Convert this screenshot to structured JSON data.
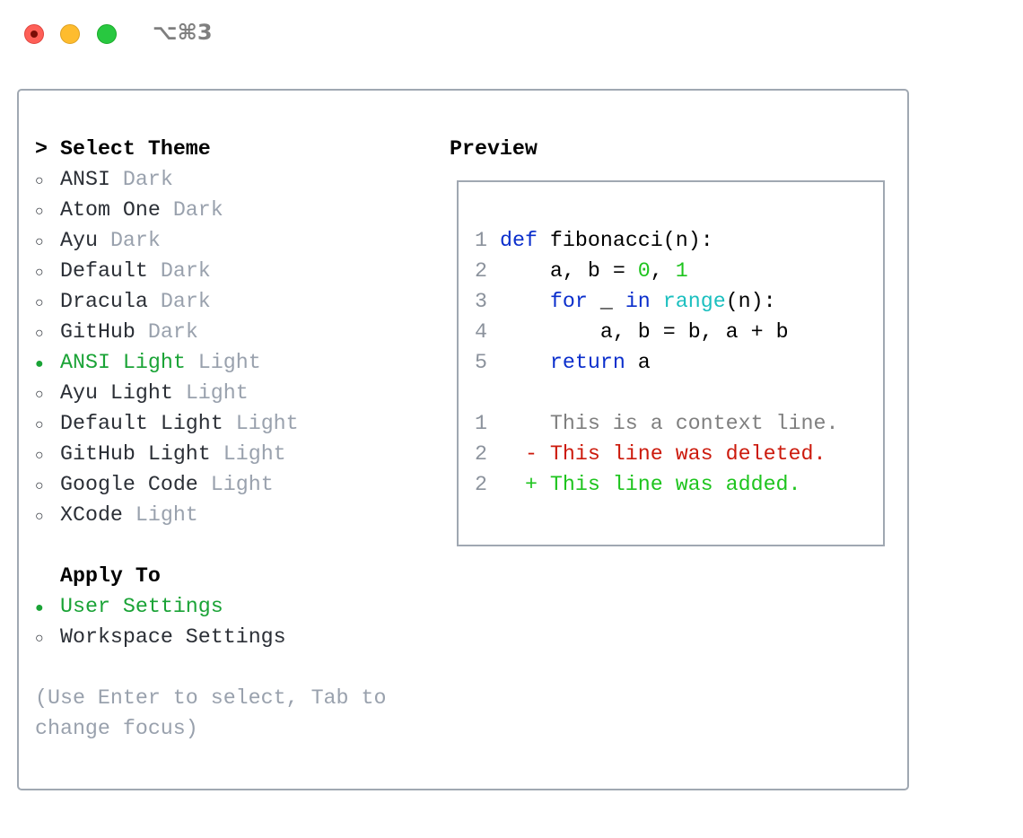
{
  "window": {
    "title": "⌥⌘3",
    "buttons": [
      "close",
      "minimize",
      "maximize"
    ]
  },
  "theme_list": {
    "heading": "Select Theme",
    "cursor": ">",
    "items": [
      {
        "name": "ANSI",
        "type": "Dark",
        "selected": false
      },
      {
        "name": "Atom One",
        "type": "Dark",
        "selected": false
      },
      {
        "name": "Ayu",
        "type": "Dark",
        "selected": false
      },
      {
        "name": "Default",
        "type": "Dark",
        "selected": false
      },
      {
        "name": "Dracula",
        "type": "Dark",
        "selected": false
      },
      {
        "name": "GitHub",
        "type": "Dark",
        "selected": false
      },
      {
        "name": "ANSI Light",
        "type": "Light",
        "selected": true
      },
      {
        "name": "Ayu Light",
        "type": "Light",
        "selected": false
      },
      {
        "name": "Default Light",
        "type": "Light",
        "selected": false
      },
      {
        "name": "GitHub Light",
        "type": "Light",
        "selected": false
      },
      {
        "name": "Google Code",
        "type": "Light",
        "selected": false
      },
      {
        "name": "XCode",
        "type": "Light",
        "selected": false
      }
    ]
  },
  "apply_to": {
    "heading": "Apply To",
    "items": [
      {
        "name": "User Settings",
        "selected": true
      },
      {
        "name": "Workspace Settings",
        "selected": false
      }
    ]
  },
  "hint": [
    "(Use Enter to select, Tab to",
    "change focus)"
  ],
  "preview": {
    "heading": "Preview",
    "code": [
      {
        "n": "1",
        "parts": [
          [
            "kw",
            "def"
          ],
          [
            "code",
            " fibonacci(n):"
          ]
        ]
      },
      {
        "n": "2",
        "parts": [
          [
            "code",
            "    a, b = "
          ],
          [
            "num",
            "0"
          ],
          [
            "code",
            ", "
          ],
          [
            "num",
            "1"
          ]
        ]
      },
      {
        "n": "3",
        "parts": [
          [
            "code",
            "    "
          ],
          [
            "kw",
            "for"
          ],
          [
            "code",
            " _ "
          ],
          [
            "kw",
            "in"
          ],
          [
            "code",
            " "
          ],
          [
            "bi",
            "range"
          ],
          [
            "code",
            "(n):"
          ]
        ]
      },
      {
        "n": "4",
        "parts": [
          [
            "code",
            "        a, b = b, a + b"
          ]
        ]
      },
      {
        "n": "5",
        "parts": [
          [
            "code",
            "    "
          ],
          [
            "kw",
            "return"
          ],
          [
            "code",
            " a"
          ]
        ]
      }
    ],
    "diff": [
      {
        "n": "1",
        "kind": "ctx",
        "text": "     This is a context line."
      },
      {
        "n": "2",
        "kind": "del",
        "text": "   - This line was deleted."
      },
      {
        "n": "2",
        "kind": "add",
        "text": "   + This line was added."
      }
    ]
  },
  "colors": {
    "selected": "#1aa336",
    "dim": "#99a1ad",
    "keyword": "#0b2fcc",
    "number": "#1ec41e",
    "builtin": "#1bbfbf",
    "deleted": "#cc1a0c",
    "added": "#1ec41e"
  }
}
